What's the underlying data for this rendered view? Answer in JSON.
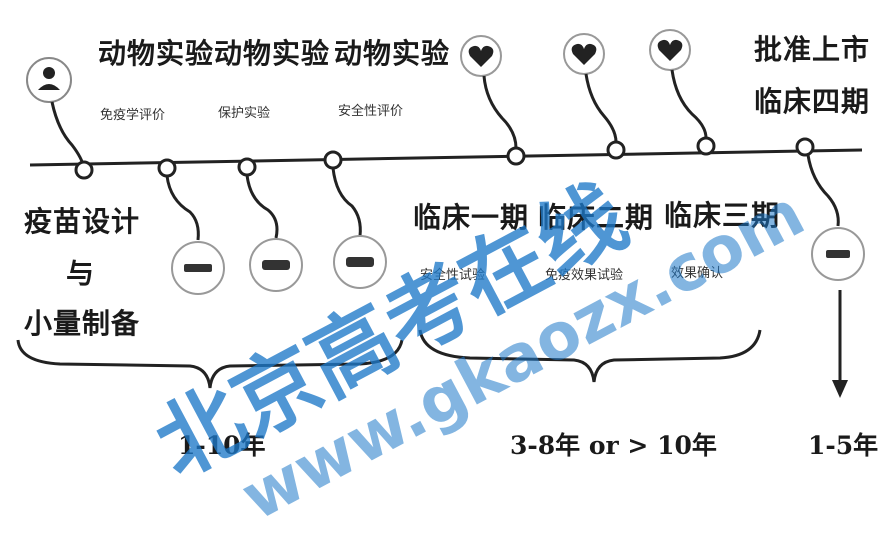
{
  "top_labels": {
    "animal_1": "动物实验",
    "animal_2": "动物实验",
    "animal_3": "动物实验",
    "approval_line1": "批准上市",
    "approval_line2": "临床四期"
  },
  "top_sublabels": {
    "sub_1": "免疫学评价",
    "sub_2": "保护实验",
    "sub_3": "安全性评价"
  },
  "left_labels": {
    "design_line1": "疫苗设计",
    "design_line2": "与",
    "design_line3": "小量制备"
  },
  "clinical_labels": {
    "phase1": "临床一期",
    "phase2": "临床二期",
    "phase3": "临床三期"
  },
  "clinical_sublabels": {
    "sub_1": "安全性试验",
    "sub_2": "免疫效果试验",
    "sub_3": "效果确认"
  },
  "durations": {
    "preclinical": "1-10年",
    "clinical": "3-8年 or > 10年",
    "post": "1-5年"
  },
  "watermark": {
    "cn": "北京高考在线",
    "url": "www.gkaozx.com"
  },
  "icons": {
    "person": "person-icon",
    "heart": "heart-icon",
    "device": "device-icon"
  },
  "colors": {
    "line": "#222222",
    "watermark": "#1e78c8"
  }
}
